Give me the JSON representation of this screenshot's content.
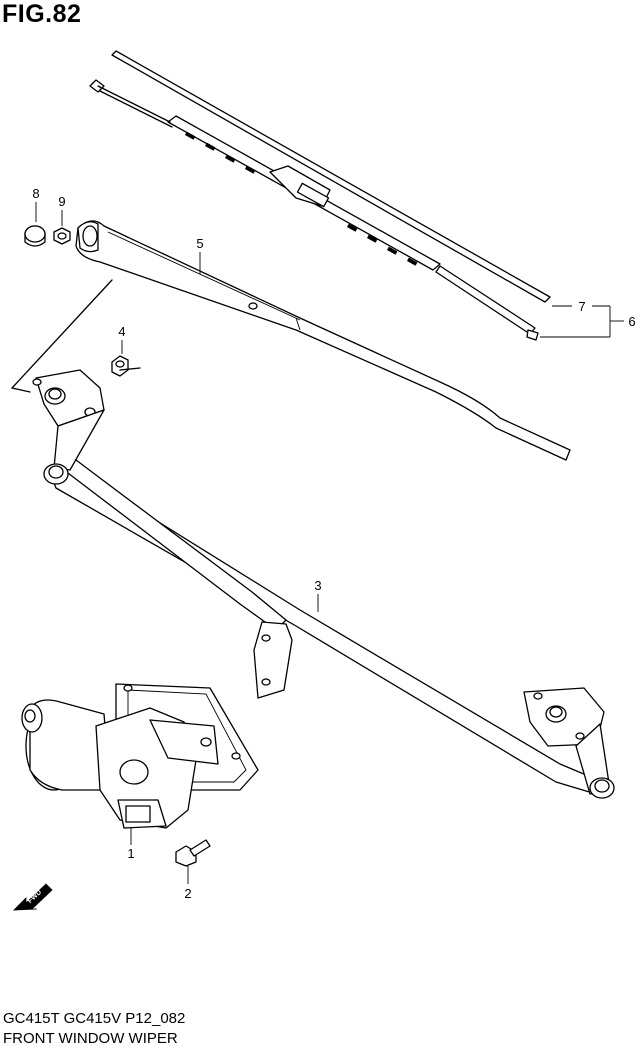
{
  "figure": {
    "title": "FIG.82"
  },
  "callouts": [
    "8",
    "9",
    "5",
    "4",
    "7",
    "6",
    "3",
    "1",
    "2"
  ],
  "direction": {
    "label": "FWD",
    "icon": "forward-arrow-icon"
  },
  "footer": {
    "code": "GC415T GC415V P12_082",
    "name": "FRONT WINDOW WIPER"
  }
}
